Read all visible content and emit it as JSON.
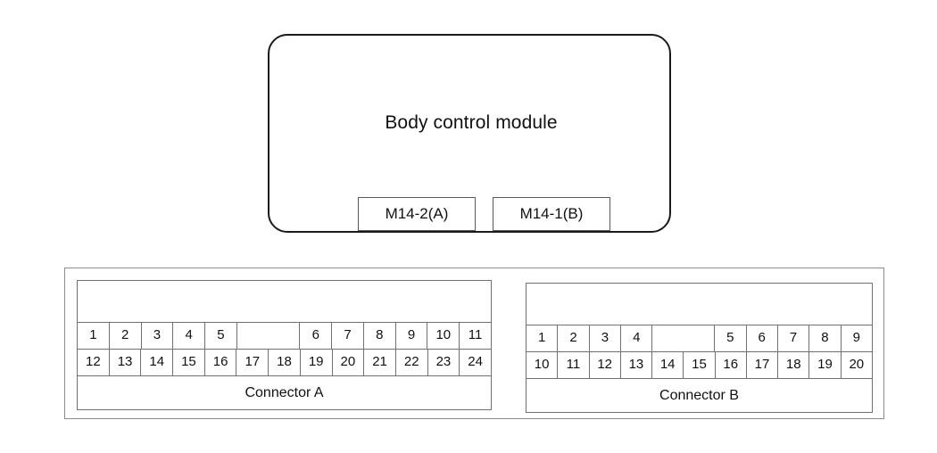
{
  "module": {
    "title": "Body control module",
    "stubs": [
      {
        "label": "M14-2(A)"
      },
      {
        "label": "M14-1(B)"
      }
    ]
  },
  "connectors": [
    {
      "id": "connector-a",
      "caption": "Connector A",
      "top_row": [
        "1",
        "2",
        "3",
        "4",
        "5",
        "",
        "6",
        "7",
        "8",
        "9",
        "10",
        "11"
      ],
      "bottom_row": [
        "12",
        "13",
        "14",
        "15",
        "16",
        "17",
        "18",
        "19",
        "20",
        "21",
        "22",
        "23",
        "24"
      ]
    },
    {
      "id": "connector-b",
      "caption": "Connector B",
      "top_row": [
        "1",
        "2",
        "3",
        "4",
        "",
        "5",
        "6",
        "7",
        "8",
        "9"
      ],
      "bottom_row": [
        "10",
        "11",
        "12",
        "13",
        "14",
        "15",
        "16",
        "17",
        "18",
        "19",
        "20"
      ]
    }
  ],
  "colors": {
    "line_dark": "#1a1a1a",
    "line_grey": "#6e7276",
    "line_light": "#8a8d90",
    "background": "#ffffff",
    "text": "#111111"
  }
}
